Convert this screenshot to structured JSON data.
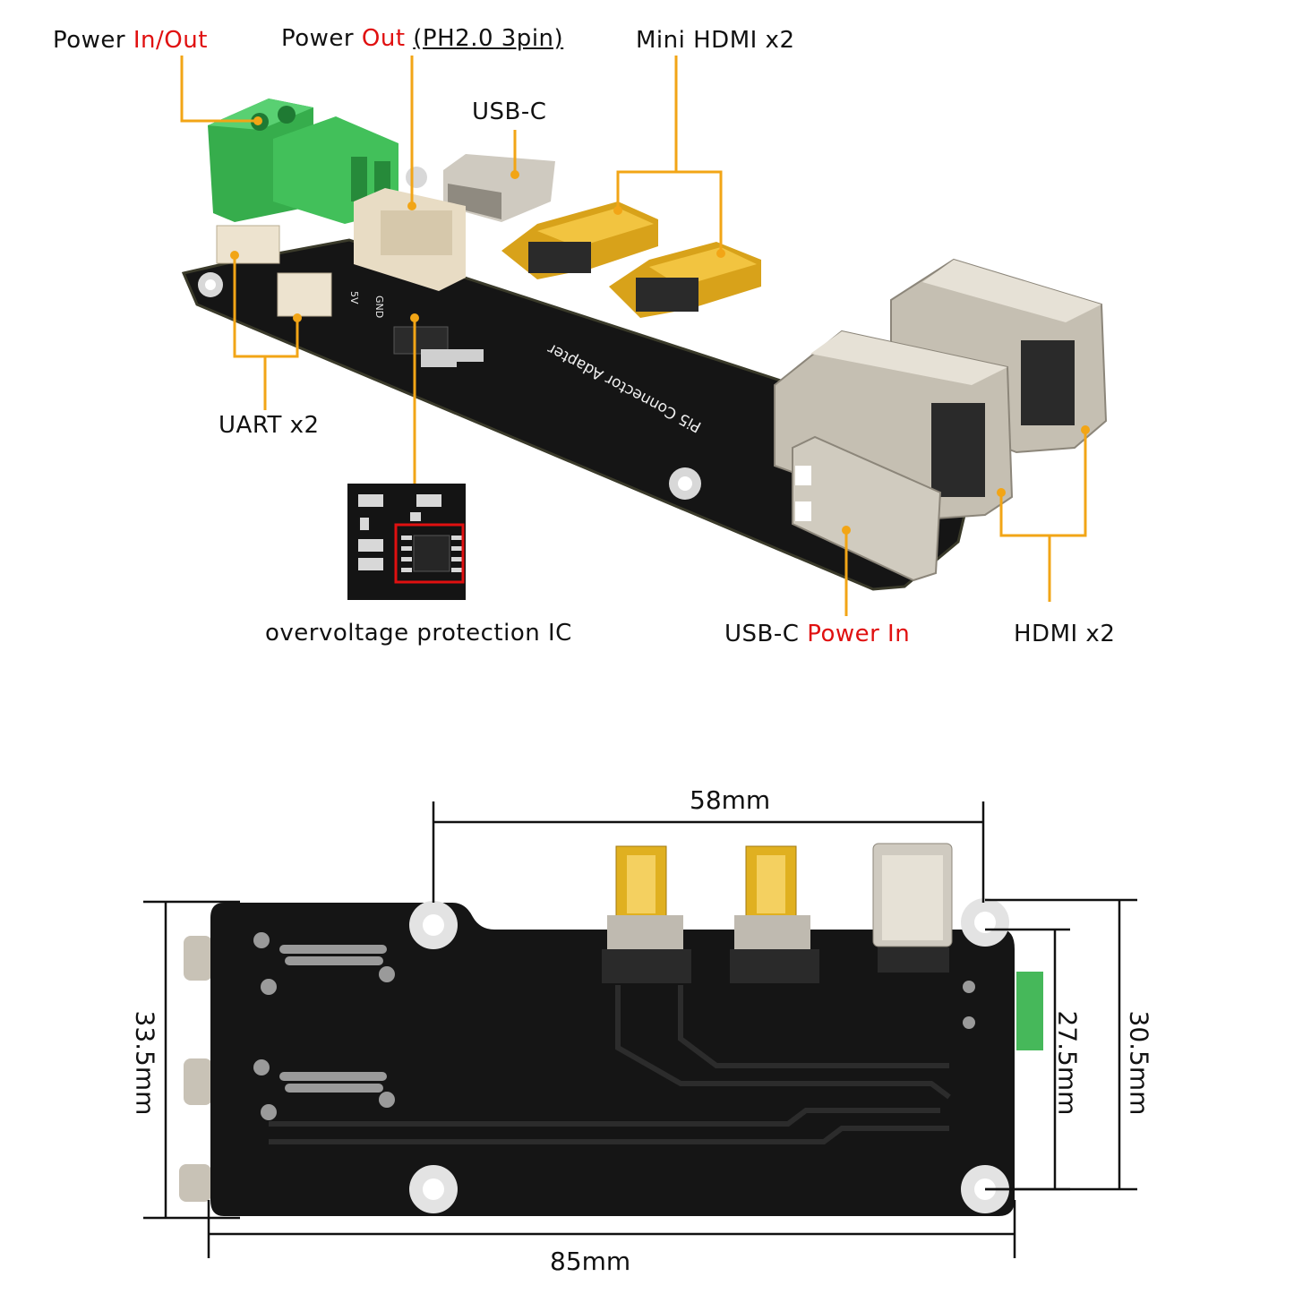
{
  "labels": {
    "power_inout_prefix": "Power",
    "power_inout_red": "In/Out",
    "power_out_prefix": "Power",
    "power_out_red": "Out",
    "power_out_suffix": "(PH2.0 3pin)",
    "mini_hdmi": "Mini HDMI x2",
    "usbc": "USB-C",
    "uart": "UART x2",
    "ovp": "overvoltage protection IC",
    "usbc_power_prefix": "USB-C",
    "usbc_power_red": "Power In",
    "hdmi": "HDMI x2"
  },
  "silkscreen": {
    "board_name": "Pi5 Connector Adapter",
    "pin_5v": "5V",
    "pin_gnd": "GND"
  },
  "dimensions": {
    "top_width": "58mm",
    "total_width": "85mm",
    "left_height": "33.5mm",
    "inner_height": "27.5mm",
    "right_height": "30.5mm"
  },
  "colors": {
    "callout": "#f2a516",
    "accent_red": "#e01010",
    "pcb": "#141414",
    "terminal_green": "#35b04f",
    "gold": "#e0b020",
    "metal": "#b9b3a6"
  }
}
